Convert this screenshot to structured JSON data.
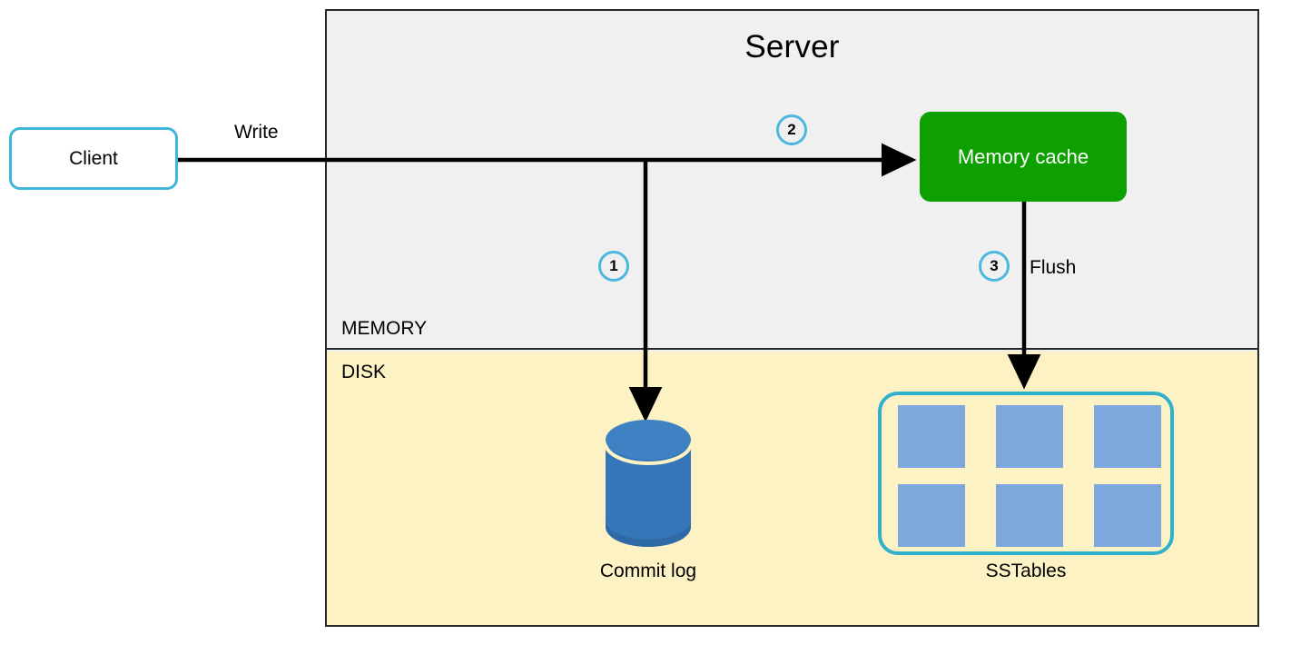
{
  "diagram": {
    "title": "Server",
    "regions": {
      "memory_label": "MEMORY",
      "disk_label": "DISK"
    },
    "nodes": {
      "client": "Client",
      "memory_cache": "Memory cache",
      "commit_log": "Commit log",
      "sstables": "SSTables"
    },
    "edges": {
      "write_label": "Write",
      "flush_label": "Flush"
    },
    "steps": [
      {
        "number": "1",
        "describes": "write to commit log"
      },
      {
        "number": "2",
        "describes": "write to memory cache"
      },
      {
        "number": "3",
        "describes": "flush to sstables"
      }
    ],
    "sstable_tiles": [
      "",
      "",
      "",
      "",
      "",
      ""
    ],
    "colors": {
      "server_border": "#26292b",
      "memory_bg": "#f0f0f0",
      "disk_bg": "#fdf2c4",
      "client_border": "#3fb6da",
      "memory_cache_bg": "#0da000",
      "memory_cache_text": "#ffffff",
      "badge_border": "#4cb8dd",
      "sstables_border": "#31b0cc",
      "sstable_tile": "#7da7dd",
      "cylinder": "#3576b8",
      "cylinder_top": "#3f82c4",
      "arrow": "#000000"
    }
  }
}
